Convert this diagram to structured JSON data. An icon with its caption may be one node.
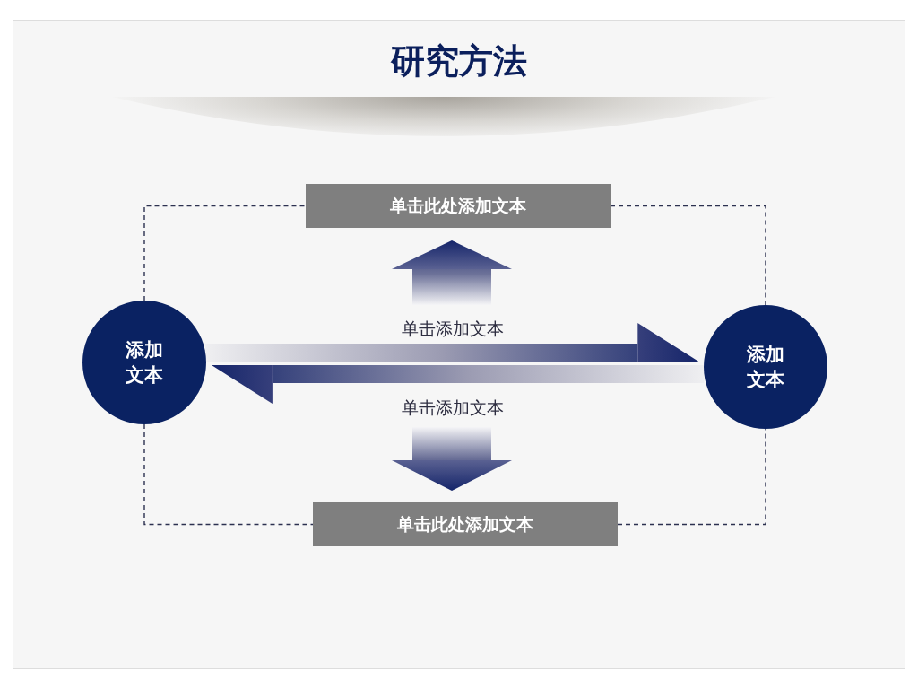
{
  "diagram": {
    "title": "研究方法",
    "nodes": [
      {
        "text": [
          "单击此处添加文本"
        ]
      },
      {
        "text": [
          "添加文本"
        ]
      },
      {
        "text": [
          "添加文本"
        ]
      },
      {
        "text": [
          "单击此处添加文本"
        ]
      }
    ],
    "edges": [
      {
        "from": 1,
        "to": 0,
        "arrow": "none",
        "style": "dashed"
      },
      {
        "from": 0,
        "to": 2,
        "arrow": "none",
        "style": "dashed"
      },
      {
        "from": 1,
        "to": 3,
        "arrow": "none",
        "style": "dashed"
      },
      {
        "from": 3,
        "to": 2,
        "arrow": "none",
        "style": "dashed"
      },
      {
        "from": null,
        "to": 0,
        "arrow": "to",
        "style": "thick"
      },
      {
        "from": 1,
        "to": 2,
        "arrow": "to",
        "style": "thick",
        "label": "单击添加文本"
      },
      {
        "from": 2,
        "to": 1,
        "arrow": "to",
        "style": "thick",
        "label": "单击添加文本"
      },
      {
        "from": null,
        "to": 3,
        "arrow": "to",
        "style": "thick"
      }
    ]
  }
}
